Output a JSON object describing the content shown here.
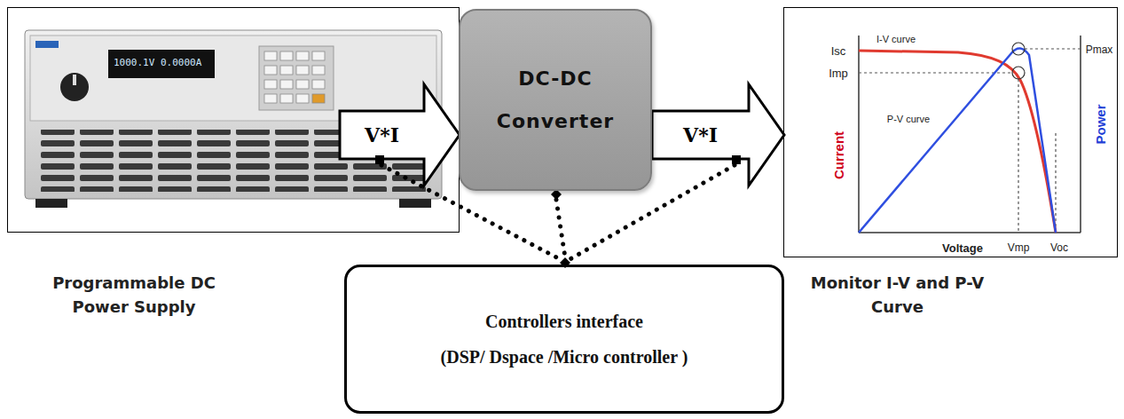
{
  "diagram": {
    "nodes": [
      {
        "text": [
          "Programmable DC Power Supply"
        ]
      },
      {
        "text": [
          "DC-DC Converter"
        ]
      },
      {
        "text": [
          "Monitor I-V and P-V Curve"
        ]
      },
      {
        "text": [
          "Controllers interface",
          "(DSP/ Dspace /Micro controller )"
        ]
      }
    ],
    "edges": [
      {
        "from": 0,
        "to": 1,
        "arrow": "to",
        "label": "V*I"
      },
      {
        "from": 1,
        "to": 2,
        "arrow": "to",
        "label": "V*I"
      },
      {
        "from": 1,
        "to": 3,
        "arrow": "none"
      }
    ],
    "labels": [
      "1000.1V 0.0000A",
      "Isc",
      "Imp",
      "I-V curve",
      "P-V curve",
      "Current",
      "Voltage",
      "Power",
      "Pmax",
      "Vmp",
      "Voc"
    ]
  }
}
